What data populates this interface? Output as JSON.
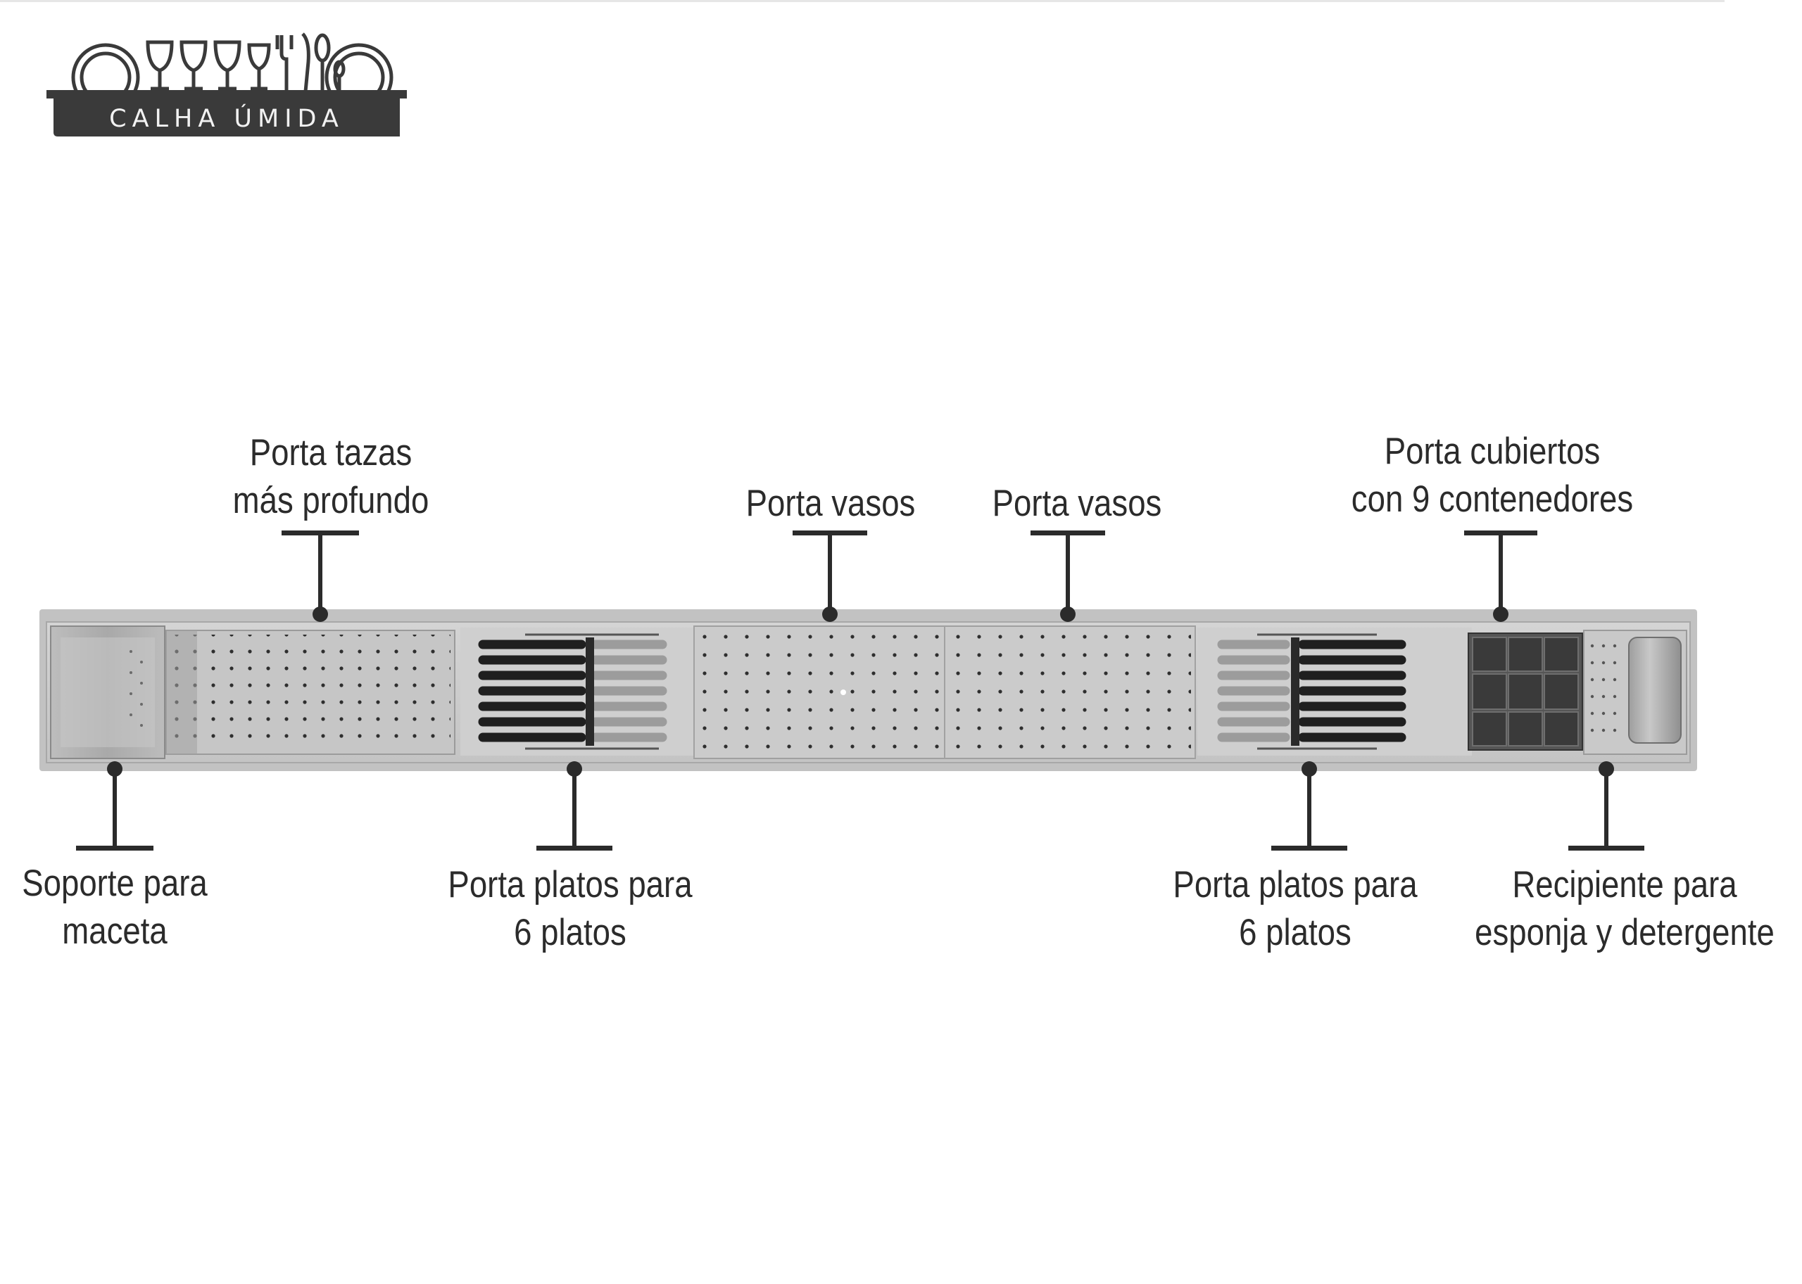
{
  "logo": {
    "text": "CALHA ÚMIDA",
    "icon": "dish-rack-logo-icon"
  },
  "labels": {
    "porta_tazas": {
      "line1": "Porta tazas",
      "line2": "más profundo"
    },
    "porta_vasos_1": {
      "line1": "Porta vasos"
    },
    "porta_vasos_2": {
      "line1": "Porta vasos"
    },
    "porta_cubiertos": {
      "line1": "Porta cubiertos",
      "line2": "con 9 contenedores"
    },
    "soporte_maceta": {
      "line1": "Soporte para",
      "line2": "maceta"
    },
    "porta_platos_1": {
      "line1": "Porta platos para",
      "line2": "6 platos"
    },
    "porta_platos_2": {
      "line1": "Porta platos para",
      "line2": "6 platos"
    },
    "recipiente": {
      "line1": "Recipiente para",
      "line2": "esponja y detergente"
    }
  },
  "colors": {
    "text": "#2b2b2b",
    "tray_steel": "#c9c9c9",
    "tray_frame": "#b7b7b7",
    "logo_band": "#3a3a3a"
  }
}
